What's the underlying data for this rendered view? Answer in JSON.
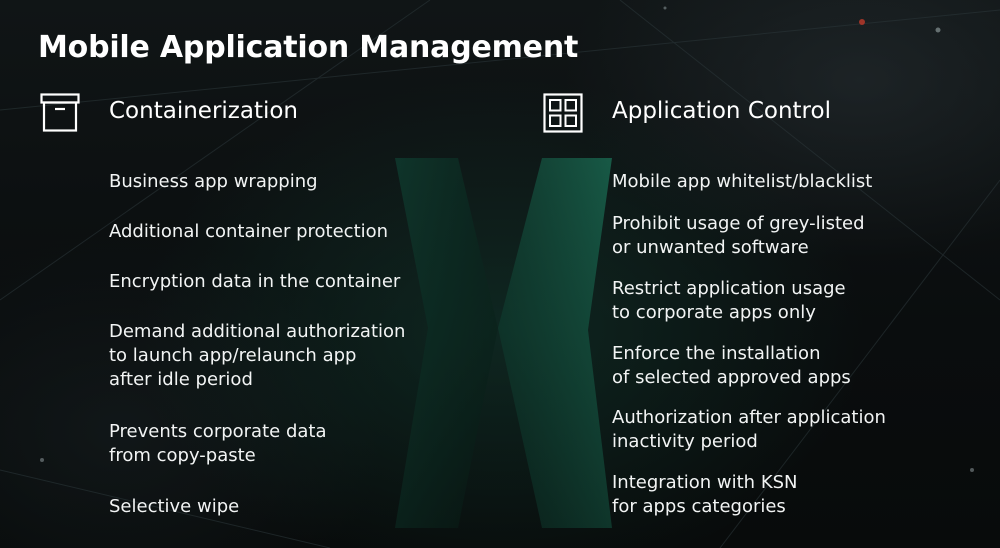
{
  "title": "Mobile Application Management",
  "left": {
    "heading": "Containerization",
    "icon": "archive-box-icon",
    "items": [
      [
        "Business app wrapping"
      ],
      [
        "Additional container protection"
      ],
      [
        "Encryption data in the container"
      ],
      [
        "Demand additional authorization",
        "to launch app/relaunch app",
        "after idle period"
      ],
      [
        "Prevents corporate data",
        "from copy-paste"
      ],
      [
        "Selective wipe"
      ]
    ]
  },
  "right": {
    "heading": "Application Control",
    "icon": "app-grid-icon",
    "items": [
      [
        "Mobile app whitelist/blacklist"
      ],
      [
        "Prohibit usage of grey-listed",
        "or unwanted software"
      ],
      [
        "Restrict application usage",
        "to corporate apps only"
      ],
      [
        "Enforce the installation",
        "of selected approved apps"
      ],
      [
        "Authorization after application",
        "inactivity period"
      ],
      [
        "Integration with KSN",
        "for apps categories"
      ]
    ]
  },
  "colors": {
    "text": "#ffffff",
    "accent": "#1e8a68",
    "background": "#0b0f10"
  }
}
